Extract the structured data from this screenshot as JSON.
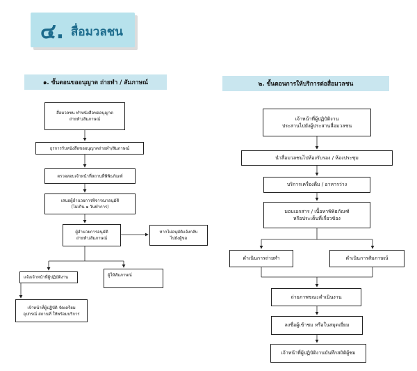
{
  "title": {
    "number": "๔.",
    "text": "สื่อมวลชน"
  },
  "left": {
    "heading": "๑. ขั้นตอนขออนุญาต ถ่ายทำ / สัมภาษณ์",
    "steps": [
      "สื่อมวลชน ทำหนังสือขออนุญาต\nถ่ายทำ/สัมภาษณ์",
      "ธุรการรับหนังสือขออนุญาตถ่ายทำ/สัมภาษณ์",
      "ตรวจสอบเจ้าหน้าที่สถานที่พิพิธภัณฑ์",
      "เสนอผู้อำนวยการพิจารณาอนุมัติ\n(ไม่เกิน ๑ วันทำการ)",
      "ผู้อำนวยการอนุมัติ\nถ่ายทำ/สัมภาษณ์",
      "หากไม่อนุมัติแจ้งกลับ\nไปยังผู้ขอ",
      "แจ้งเจ้าหน้าที่ผู้ปฏิบัติงาน",
      "ผู้ให้สัมภาษณ์",
      "เจ้าหน้าที่ผู้ปฏิบัติ จัดเตรียม\nอุปกรณ์ สถานที่ ให้พร้อมบริการ"
    ]
  },
  "right": {
    "heading": "๒. ขั้นตอนการให้บริการต่อสื่อมวลชน",
    "steps": [
      "เจ้าหน้าที่ผู้ปฏิบัติงาน\nประสานไปยังผู้ประสานสื่อมวลชน",
      "นำสื่อมวลชนไปห้องรับรอง / ห้องประชุม",
      "บริการเครื่องดื่ม / อาหารว่าง",
      "มอบเอกสาร / เนื้อหาพิพิธภัณฑ์\nหรือประเด็นที่เกี่ยวข้อง",
      "ดำเนินการถ่ายทำ",
      "ดำเนินการสัมภาษณ์",
      "ถ่ายภาพขณะดำเนินงาน",
      "ลงชื่อผู้เข้าชม หรือในสมุดเยี่ยม",
      "เจ้าหน้าที่ผู้ปฏิบัติงานบันทึกสถิติผู้ชม"
    ]
  },
  "colors": {
    "accent": "#1c6b8c",
    "heading_bg": "#c9e6ef",
    "title_bg": "#b7e2ec"
  }
}
